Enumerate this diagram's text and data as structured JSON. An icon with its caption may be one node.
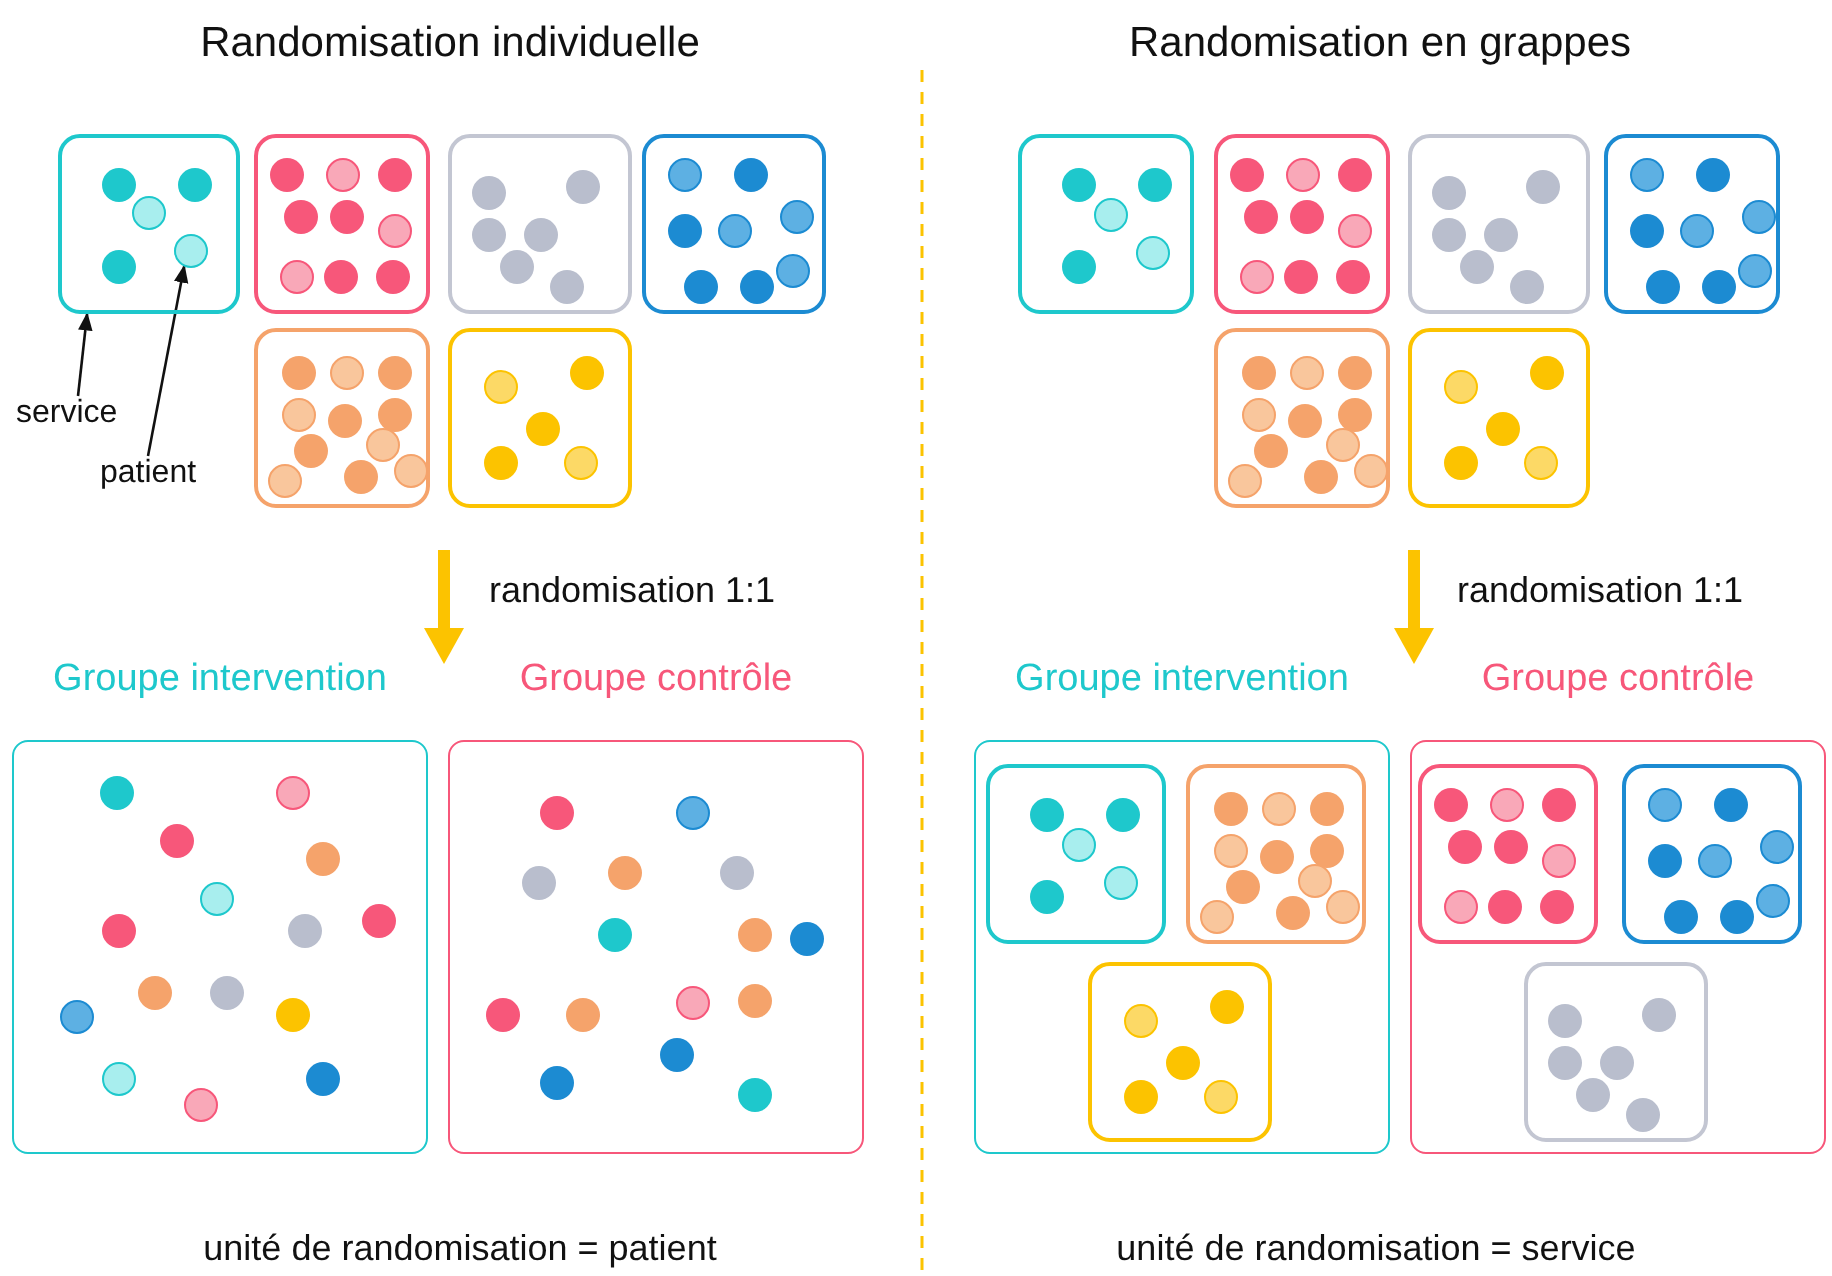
{
  "diagram": {
    "nodes": [
      {
        "text": [],
        "shape": "box"
      },
      {
        "text": [],
        "shape": "box"
      },
      {
        "text": [],
        "shape": "box"
      },
      {
        "text": [],
        "shape": "box"
      },
      {
        "text": [],
        "shape": "box"
      },
      {
        "text": [],
        "shape": "box"
      },
      {
        "text": [
          "service"
        ]
      },
      {
        "text": [
          "patient"
        ]
      },
      {
        "text": [],
        "shape": "circle",
        "in": 0
      },
      {
        "text": [],
        "shape": "box"
      },
      {
        "text": [],
        "shape": "box"
      },
      {
        "text": [],
        "shape": "box"
      },
      {
        "text": [],
        "shape": "box"
      },
      {
        "text": [],
        "shape": "box"
      },
      {
        "text": [],
        "shape": "box"
      },
      {
        "text": [
          "Groupe intervention"
        ]
      },
      {
        "text": [
          "Groupe contrôle"
        ]
      },
      {
        "text": [
          "Groupe intervention"
        ]
      },
      {
        "text": [
          "Groupe contrôle"
        ]
      },
      {
        "text": [],
        "shape": "box",
        "in": 17
      },
      {
        "text": [],
        "shape": "box",
        "in": 17
      },
      {
        "text": [],
        "shape": "box",
        "in": 17
      },
      {
        "text": [],
        "shape": "box",
        "in": 18
      },
      {
        "text": [],
        "shape": "box",
        "in": 18
      },
      {
        "text": [],
        "shape": "box",
        "in": 18
      },
      {
        "text": [],
        "shape": "circle",
        "in": 0
      }
    ],
    "edges": [
      {
        "from": 6,
        "to": 0,
        "arrow": "to"
      },
      {
        "from": 7,
        "to": 8,
        "arrow": "to"
      }
    ],
    "labels": [
      "Randomisation individuelle",
      "Randomisation en grappes",
      "randomisation 1:1",
      "randomisation 1:1",
      "unité de randomisation = patient",
      "unité de randomisation = service"
    ]
  }
}
